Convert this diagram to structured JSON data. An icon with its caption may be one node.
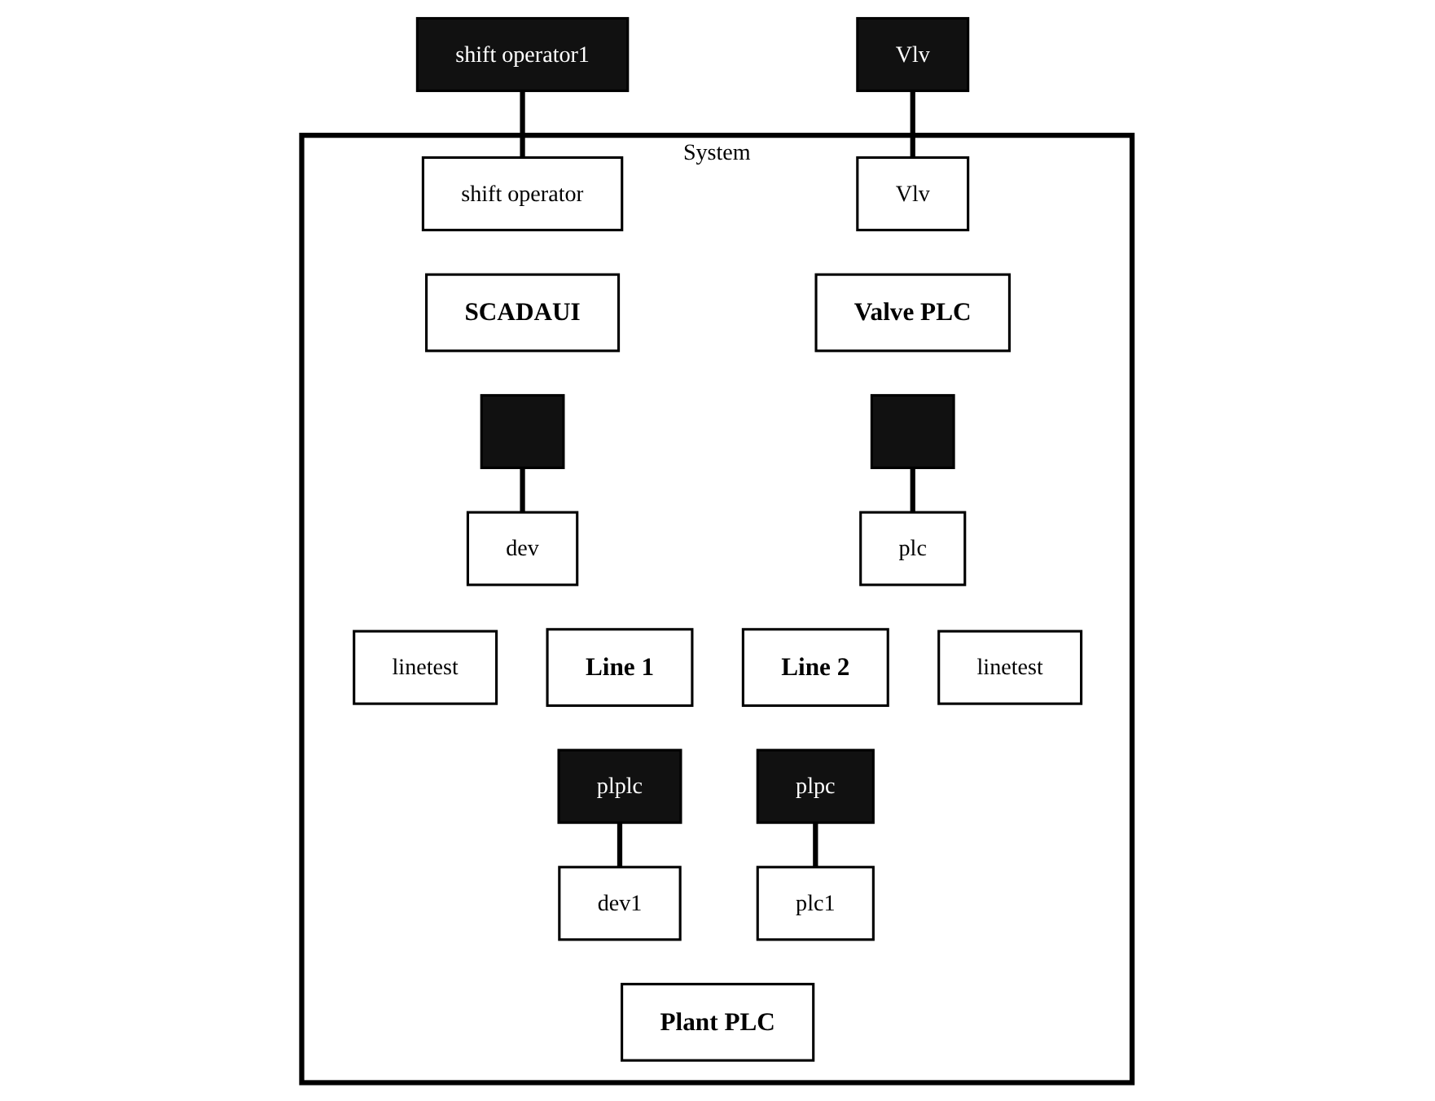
{
  "diagram": {
    "nodes": [
      {
        "text": [
          "System"
        ]
      },
      {
        "text": [
          "shift operator1"
        ]
      },
      {
        "text": [
          "Vlv"
        ]
      },
      {
        "text": [
          "shift operator"
        ],
        "in": 0
      },
      {
        "text": [
          "Vlv"
        ],
        "in": 0
      },
      {
        "text": [
          "SCADAUI"
        ],
        "in": 0
      },
      {
        "text": [
          "Valve PLC"
        ],
        "in": 0
      },
      {
        "text": [],
        "shape": "box",
        "in": 0
      },
      {
        "text": [],
        "shape": "box",
        "in": 0
      },
      {
        "text": [
          "dev"
        ],
        "in": 0
      },
      {
        "text": [
          "plc"
        ],
        "in": 0
      },
      {
        "text": [
          "linetest"
        ],
        "in": 0
      },
      {
        "text": [
          "Line 1"
        ],
        "in": 0
      },
      {
        "text": [
          "Line 2"
        ],
        "in": 0
      },
      {
        "text": [
          "linetest"
        ],
        "in": 0
      },
      {
        "text": [
          "plplc"
        ],
        "in": 0
      },
      {
        "text": [
          "plpc"
        ],
        "in": 0
      },
      {
        "text": [
          "dev1"
        ],
        "in": 0
      },
      {
        "text": [
          "plc1"
        ],
        "in": 0
      },
      {
        "text": [
          "Plant PLC"
        ],
        "in": 0
      }
    ],
    "edges": [
      {
        "from": 1,
        "to": 3,
        "arrow": "none"
      },
      {
        "from": 2,
        "to": 4,
        "arrow": "none"
      },
      {
        "from": 7,
        "to": 9,
        "arrow": "none"
      },
      {
        "from": 8,
        "to": 10,
        "arrow": "none"
      },
      {
        "from": 15,
        "to": 17,
        "arrow": "none"
      },
      {
        "from": 16,
        "to": 18,
        "arrow": "none"
      }
    ]
  }
}
